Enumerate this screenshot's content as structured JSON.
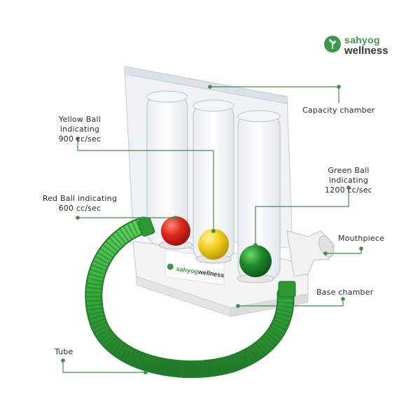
{
  "brand": {
    "name_top": "sahyog",
    "name_bottom": "wellness",
    "color_green": "#3b9a4a",
    "color_dark": "#2b3a2e"
  },
  "device_label": {
    "brand_top": "sahyog",
    "brand_bottom": "wellness"
  },
  "callouts": {
    "capacity_chamber": "Capacity chamber",
    "yellow_ball_line1": "Yellow Ball indicating",
    "yellow_ball_line2": "900 cc/sec",
    "green_ball_line1": "Green Ball indicating",
    "green_ball_line2": "1200 cc/sec",
    "red_ball_line1": "Red Ball indicating",
    "red_ball_line2": "600 cc/sec",
    "mouthpiece": "Mouthpiece",
    "base_chamber": "Base chamber",
    "tube": "Tube"
  },
  "colors": {
    "leader_line": "#3d8f47",
    "red_ball": "#d9261f",
    "yellow_ball": "#f2cf1a",
    "green_ball": "#1f8a2c",
    "tube": "#35a83c"
  }
}
